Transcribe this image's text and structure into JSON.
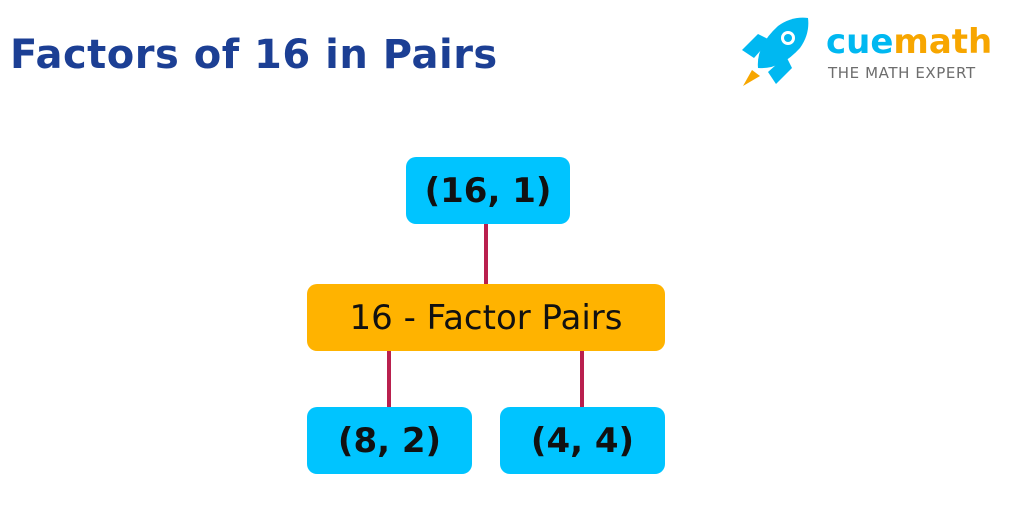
{
  "title": "Factors of 16 in Pairs",
  "logo": {
    "brand_cue": "cue",
    "brand_math": "math",
    "tagline": "THE MATH EXPERT",
    "icon": "rocket-icon"
  },
  "diagram": {
    "center": "16 - Factor Pairs",
    "pairs": [
      "(16, 1)",
      "(8, 2)",
      "(4, 4)"
    ]
  },
  "colors": {
    "title": "#1c3f94",
    "pair_box": "#00c4ff",
    "center_box": "#ffb300",
    "connector": "#b9204e",
    "brand_cue": "#00b8f1",
    "brand_math": "#f7a600"
  }
}
